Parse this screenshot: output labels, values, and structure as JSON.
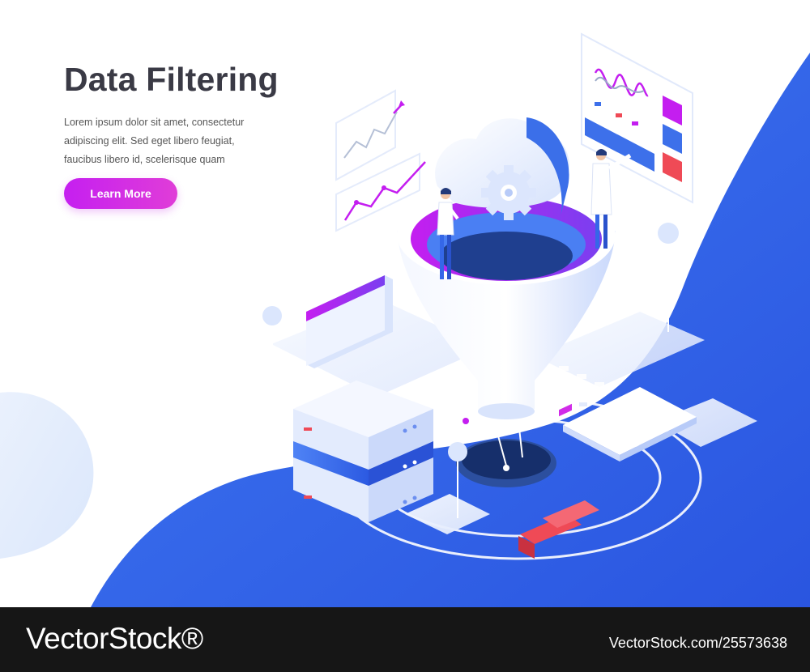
{
  "hero": {
    "title": "Data Filtering",
    "description_lines": [
      "Lorem ipsum dolor sit amet, consectetur",
      "adipiscing elit. Sed eget libero feugiat,",
      "faucibus libero id, scelerisque quam"
    ],
    "cta_label": "Learn More"
  },
  "colors": {
    "primary_blue": "#3366f0",
    "accent_magenta": "#d12ce8",
    "title_text": "#3a3a45",
    "footer_bg": "#161616",
    "alert_red": "#ef4a56"
  },
  "illustration": {
    "icons": [
      "funnel-icon",
      "cloud-icon",
      "gear-icon",
      "server-rack-icon",
      "line-chart-icon",
      "dashboard-icon",
      "person-icon",
      "pin-icon"
    ]
  },
  "footer": {
    "brand": "VectorStock®",
    "image_id": "VectorStock.com/25573638"
  }
}
